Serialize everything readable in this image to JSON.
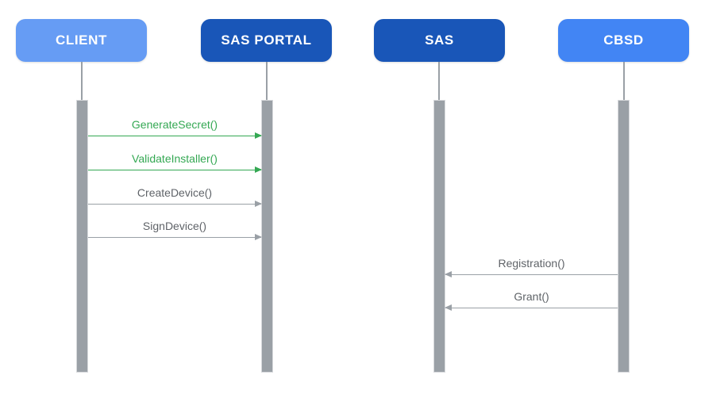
{
  "diagram": {
    "type": "uml-sequence-diagram",
    "background_color": "#ffffff",
    "lifeline_color": "#9AA0A6",
    "activation_bar_color": "#9AA0A6",
    "green_message_color": "#34A853",
    "gray_message_line_color": "#9AA0A6",
    "gray_message_text_color": "#5F6368"
  },
  "actors": [
    {
      "id": "client",
      "label": "CLIENT",
      "color": "#669CF4",
      "text_color": "#ffffff"
    },
    {
      "id": "sas-portal",
      "label": "SAS PORTAL",
      "color": "#1956B8",
      "text_color": "#ffffff"
    },
    {
      "id": "sas",
      "label": "SAS",
      "color": "#1956B8",
      "text_color": "#ffffff"
    },
    {
      "id": "cbsd",
      "label": "CBSD",
      "color": "#4285F4",
      "text_color": "#ffffff"
    }
  ],
  "messages": [
    {
      "label": "GenerateSecret()",
      "from": "CLIENT",
      "to": "SAS PORTAL",
      "direction": "right",
      "color": "#34A853"
    },
    {
      "label": "ValidateInstaller()",
      "from": "CLIENT",
      "to": "SAS PORTAL",
      "direction": "right",
      "color": "#34A853"
    },
    {
      "label": "CreateDevice()",
      "from": "CLIENT",
      "to": "SAS PORTAL",
      "direction": "right",
      "color": "#9AA0A6"
    },
    {
      "label": "SignDevice()",
      "from": "CLIENT",
      "to": "SAS PORTAL",
      "direction": "right",
      "color": "#9AA0A6"
    },
    {
      "label": "Registration()",
      "from": "CBSD",
      "to": "SAS",
      "direction": "left",
      "color": "#9AA0A6"
    },
    {
      "label": "Grant()",
      "from": "CBSD",
      "to": "SAS",
      "direction": "left",
      "color": "#9AA0A6"
    }
  ]
}
